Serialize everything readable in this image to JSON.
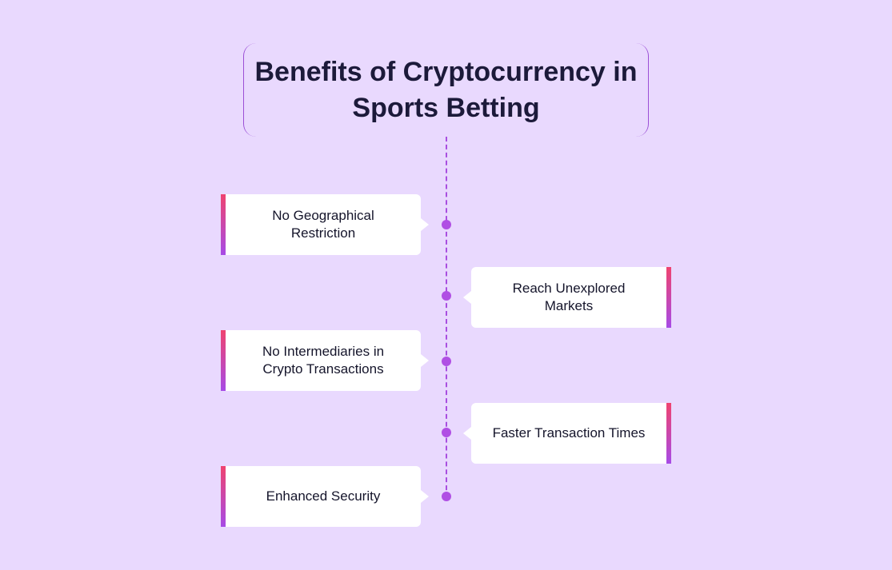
{
  "title": "Benefits of Cryptocurrency in Sports Betting",
  "items": [
    {
      "label": "No Geographical Restriction",
      "side": "left"
    },
    {
      "label": "Reach Unexplored Markets",
      "side": "right"
    },
    {
      "label": "No Intermediaries in Crypto Transactions",
      "side": "left"
    },
    {
      "label": "Faster Transaction Times",
      "side": "right"
    },
    {
      "label": "Enhanced Security",
      "side": "left"
    }
  ],
  "colors": {
    "background": "#e9d9fe",
    "accent_purple": "#a64be8",
    "accent_pink": "#f0436e",
    "card": "#ffffff",
    "text": "#1c1a3a"
  }
}
